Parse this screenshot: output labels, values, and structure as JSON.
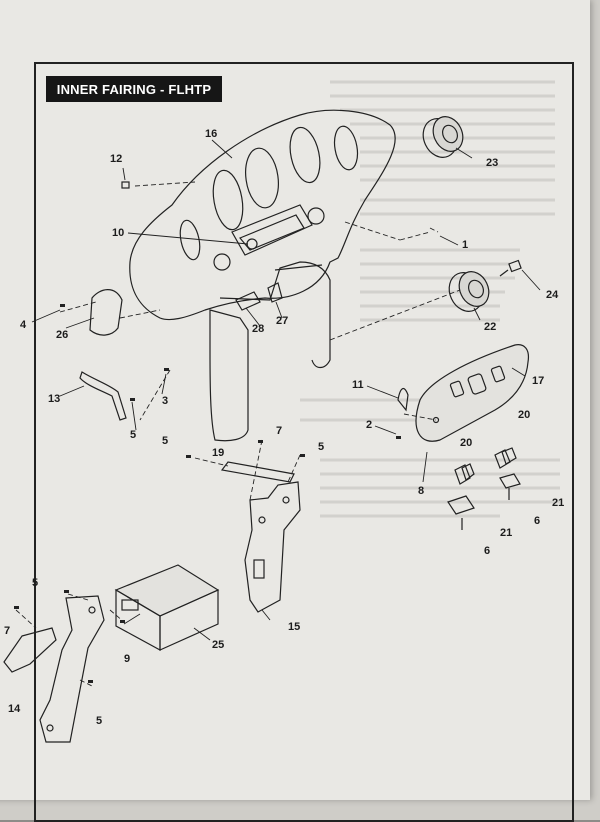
{
  "section_title": "INNER FAIRING - FLHTP",
  "callouts": {
    "c1": "1",
    "c2": "2",
    "c3": "3",
    "c4": "4",
    "c5a": "5",
    "c5b": "5",
    "c5c": "5",
    "c5d": "5",
    "c5e": "5",
    "c6a": "6",
    "c6b": "6",
    "c7a": "7",
    "c7b": "7",
    "c8": "8",
    "c9": "9",
    "c10": "10",
    "c11": "11",
    "c12": "12",
    "c13": "13",
    "c14": "14",
    "c15": "15",
    "c16": "16",
    "c17": "17",
    "c19": "19",
    "c20a": "20",
    "c20b": "20",
    "c21a": "21",
    "c21b": "21",
    "c22": "22",
    "c23": "23",
    "c24": "24",
    "c25": "25",
    "c26": "26",
    "c27": "27",
    "c28": "28"
  }
}
